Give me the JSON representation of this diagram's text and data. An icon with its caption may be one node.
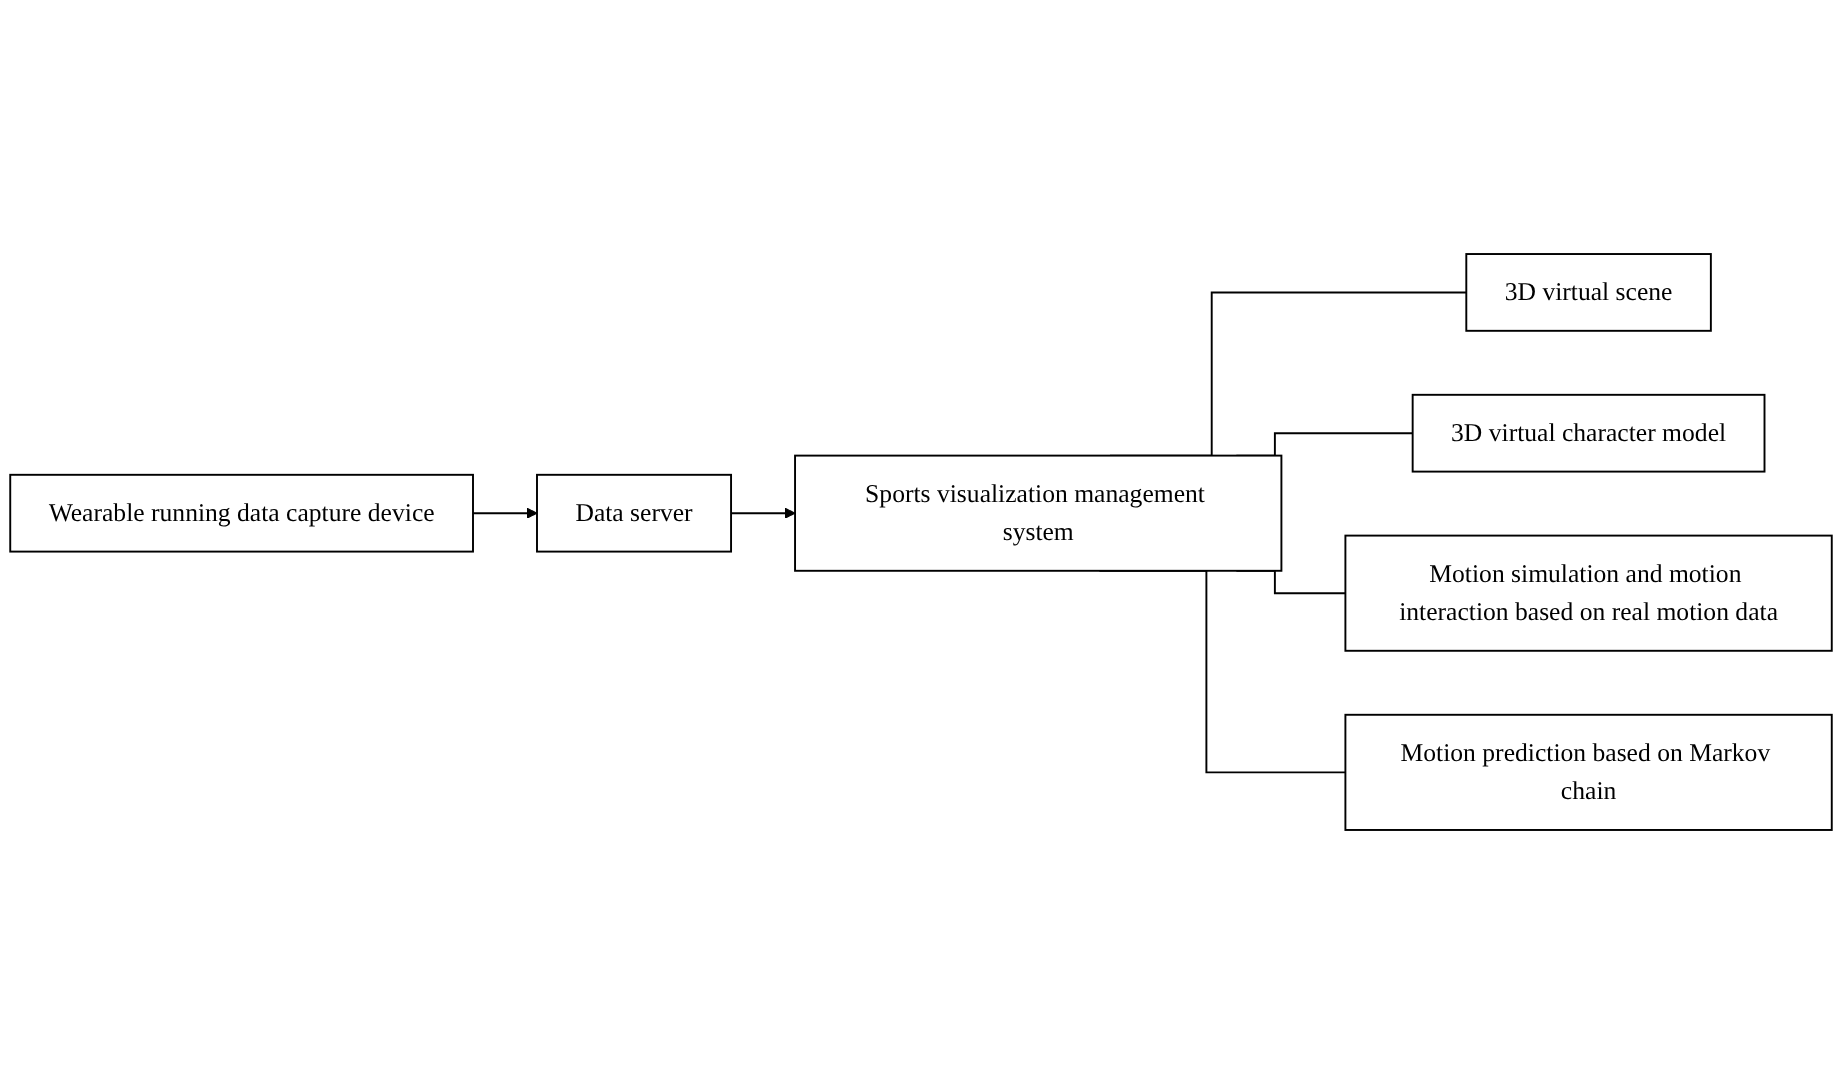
{
  "diagram": {
    "nodes": [
      {
        "text": [
          "Wearable running data capture device"
        ]
      },
      {
        "text": [
          "Data server"
        ]
      },
      {
        "text": [
          "Sports visualization management system"
        ]
      },
      {
        "text": [
          "3D virtual scene"
        ]
      },
      {
        "text": [
          "3D virtual character model"
        ]
      },
      {
        "text": [
          "Motion simulation and motion interaction based on real motion data"
        ]
      },
      {
        "text": [
          "Motion prediction based on Markov chain"
        ]
      }
    ],
    "edges": [
      {
        "from": 0,
        "to": 1,
        "arrow": "to"
      },
      {
        "from": 1,
        "to": 2,
        "arrow": "to"
      },
      {
        "from": 2,
        "to": 3,
        "arrow": "none"
      },
      {
        "from": 2,
        "to": 4,
        "arrow": "none"
      },
      {
        "from": 2,
        "to": 5,
        "arrow": "none"
      },
      {
        "from": 2,
        "to": 6,
        "arrow": "none"
      }
    ]
  }
}
